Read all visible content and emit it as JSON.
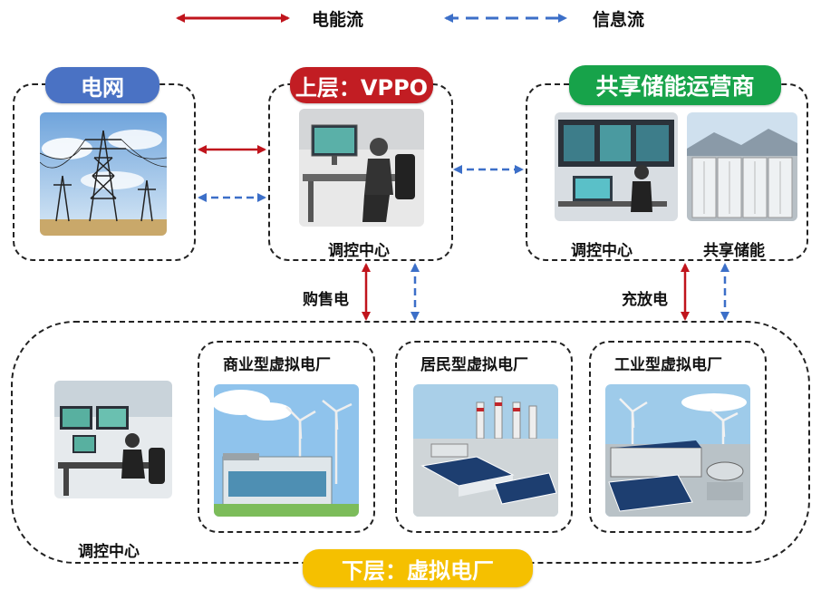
{
  "legend": {
    "energy_flow": "电能流",
    "info_flow": "信息流",
    "energy_color": "#c0141c",
    "info_color": "#3c6fc8"
  },
  "grid": {
    "title": "电网",
    "color": "#4a72c4"
  },
  "upper": {
    "title": "上层：VPPO",
    "color": "#c21d23",
    "caption": "调控中心"
  },
  "storage": {
    "title": "共享储能运营商",
    "color": "#17a34a",
    "caption_control": "调控中心",
    "caption_storage": "共享储能"
  },
  "links": {
    "buy_sell": "购售电",
    "charge_discharge": "充放电"
  },
  "lower": {
    "title": "下层：虚拟电厂",
    "color": "#f5c000",
    "control_caption": "调控中心",
    "vpps": [
      "商业型虚拟电厂",
      "居民型虚拟电厂",
      "工业型虚拟电厂"
    ]
  }
}
